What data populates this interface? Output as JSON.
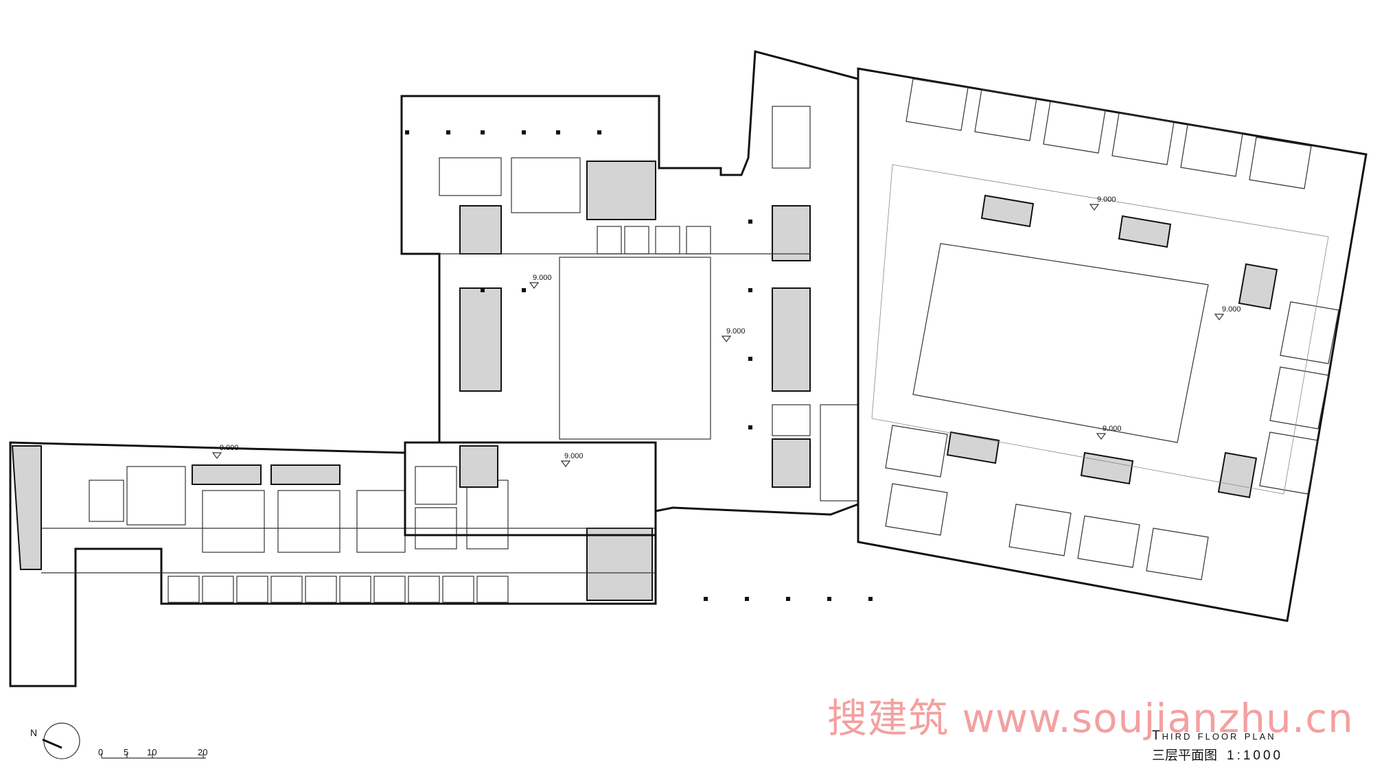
{
  "drawing": {
    "elevation_marks": [
      {
        "id": "e1",
        "value": "9.000"
      },
      {
        "id": "e2",
        "value": "9.000"
      },
      {
        "id": "e3",
        "value": "9.000"
      },
      {
        "id": "e4",
        "value": "9.000"
      },
      {
        "id": "e5",
        "value": "9.000"
      },
      {
        "id": "e6",
        "value": "9.000"
      },
      {
        "id": "e7",
        "value": "9.000"
      }
    ],
    "north_label": "N",
    "scale_bar": {
      "ticks": [
        "0",
        "5",
        "10",
        "20"
      ]
    }
  },
  "title": {
    "english": "Third floor plan",
    "chinese": "三层平面图",
    "scale": "1:1000"
  },
  "watermark": "搜建筑 www.soujianzhu.cn"
}
